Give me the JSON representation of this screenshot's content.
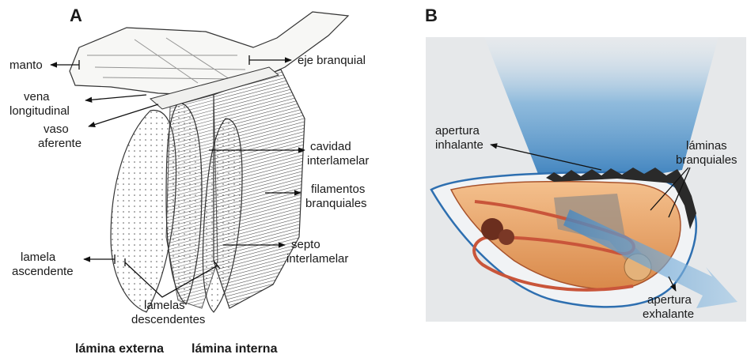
{
  "panel_a": {
    "letter": "A",
    "labels": {
      "manto": "manto",
      "eje_branquial": "eje branquial",
      "vena_1": "vena",
      "vena_2": "longitudinal",
      "vaso_1": "vaso",
      "vaso_2": "aferente",
      "cavidad_1": "cavidad",
      "cavidad_2": "interlamelar",
      "filamentos_1": "filamentos",
      "filamentos_2": "branquiales",
      "septo_1": "septo",
      "septo_2": "interlamelar",
      "lamela_1": "lamela",
      "lamela_2": "ascendente",
      "lamelas_1": "lamelas",
      "lamelas_2": "descendentes"
    },
    "footer": {
      "lamina_externa": "lámina externa",
      "lamina_interna": "lámina interna"
    }
  },
  "panel_b": {
    "letter": "B",
    "labels": {
      "inhalante_1": "apertura",
      "inhalante_2": "inhalante",
      "laminas_1": "láminas",
      "laminas_2": "branquiales",
      "exhalante_1": "apertura",
      "exhalante_2": "exhalante"
    }
  },
  "colors": {
    "water_blue": "#3f86c4",
    "shell_orange": "#d9894a",
    "tissue_red": "#b5452b",
    "background_gray": "#e6e8ea"
  }
}
